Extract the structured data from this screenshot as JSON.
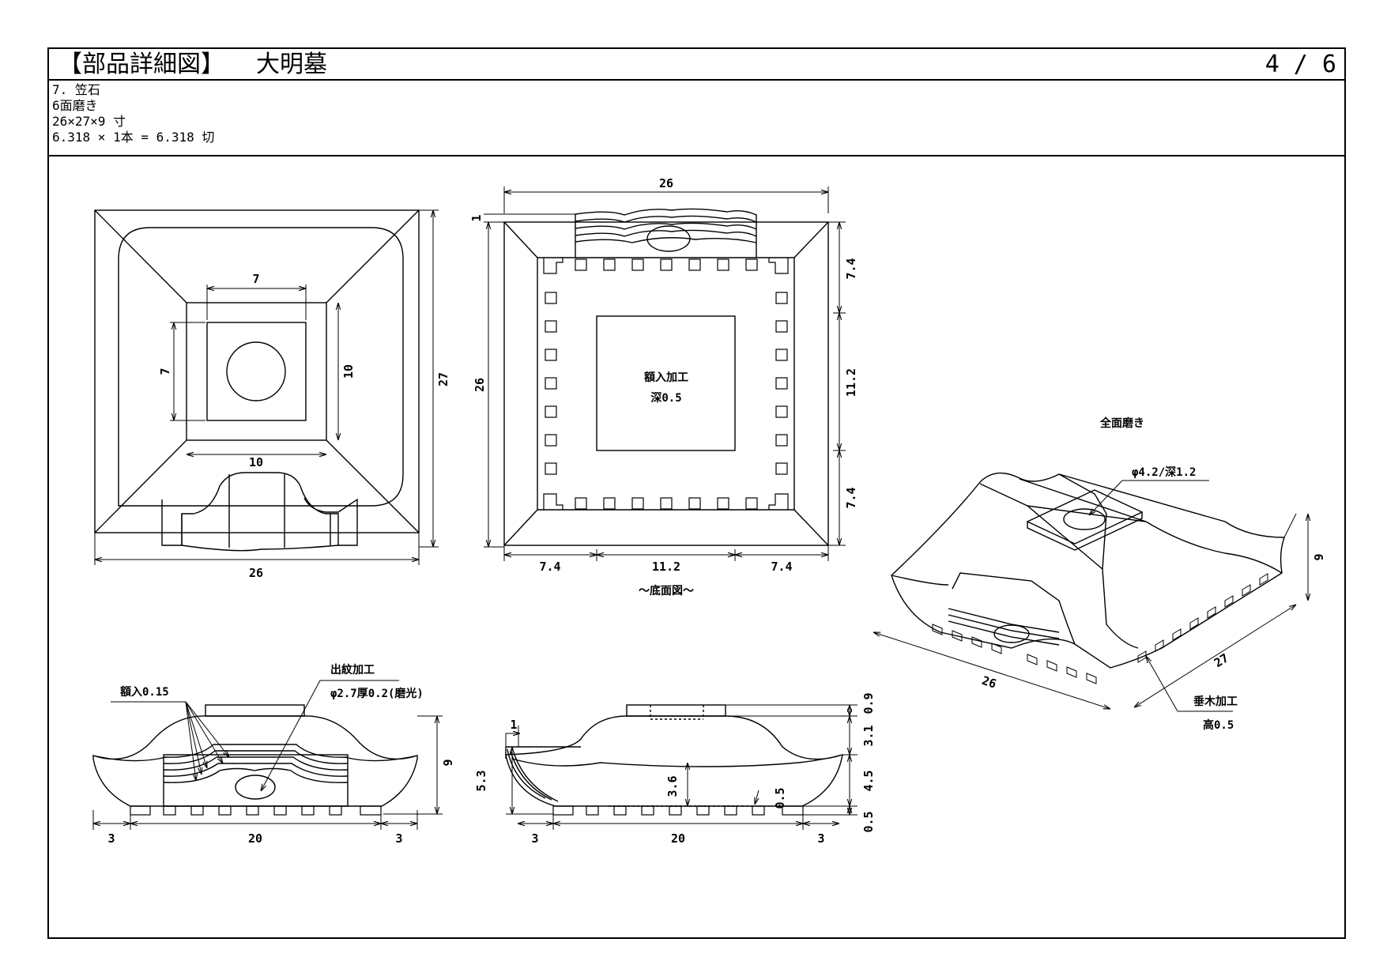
{
  "header": {
    "title_main": "【部品詳細図】",
    "title_sub": "大明墓",
    "page": "4 / 6"
  },
  "spec": {
    "line1": "7. 笠石",
    "line2": "6面磨き",
    "line3": "26×27×9 寸",
    "line4": "6.318 × 1本 = 6.318 切"
  },
  "top_view": {
    "dim_inner_width": "7",
    "dim_inner_height": "7",
    "dim_outer_height": "10",
    "dim_outer_width": "10",
    "dim_total_height": "27",
    "dim_total_width": "26"
  },
  "bottom_view": {
    "dim_width": "26",
    "dim_top_gap": "1",
    "dim_height": "26",
    "dim_right_1": "7.4",
    "dim_right_2": "11.2",
    "dim_right_3": "7.4",
    "dim_bottom_1": "7.4",
    "dim_bottom_2": "11.2",
    "dim_bottom_3": "7.4",
    "center_label_1": "額入加工",
    "center_label_2": "深0.5",
    "caption": "～底面図～"
  },
  "front_view": {
    "note_frame": "額入0.15",
    "note_crest_1": "出紋加工",
    "note_crest_2": "φ2.7厚0.2(磨光)",
    "dim_height": "9",
    "dim_left": "3",
    "dim_center": "20",
    "dim_right": "3"
  },
  "side_view": {
    "dim_step": "1",
    "dim_53": "5.3",
    "dim_36": "3.6",
    "dim_05_inner": "0.5",
    "dim_09": "0.9",
    "dim_31": "3.1",
    "dim_45": "4.5",
    "dim_05_outer": "0.5",
    "dim_left": "3",
    "dim_center": "20",
    "dim_right": "3"
  },
  "iso_view": {
    "note_polish": "全面磨き",
    "note_hole": "φ4.2/深1.2",
    "dim_height": "9",
    "dim_26": "26",
    "dim_27": "27",
    "note_skid_1": "垂木加工",
    "note_skid_2": "高0.5"
  }
}
